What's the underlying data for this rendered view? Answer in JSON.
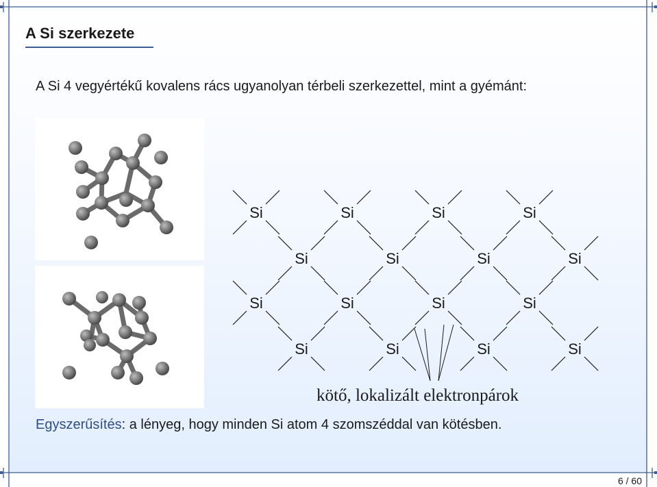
{
  "title": "A Si szerkezete",
  "intro": "A Si 4 vegyértékű kovalens rács ugyanolyan térbeli szerkezettel, mint a gyémánt:",
  "lattice": {
    "atom_label": "Si",
    "caption": "kötő, lokalizált elektronpárok"
  },
  "summary": {
    "keyword": "Egyszerűsítés",
    "text": ": a lényeg, hogy minden Si atom 4 szomszéddal van kötésben."
  },
  "page_number": "6 / 60",
  "colors": {
    "accent": "#3b5d92",
    "atom": "#6f6f6f"
  }
}
